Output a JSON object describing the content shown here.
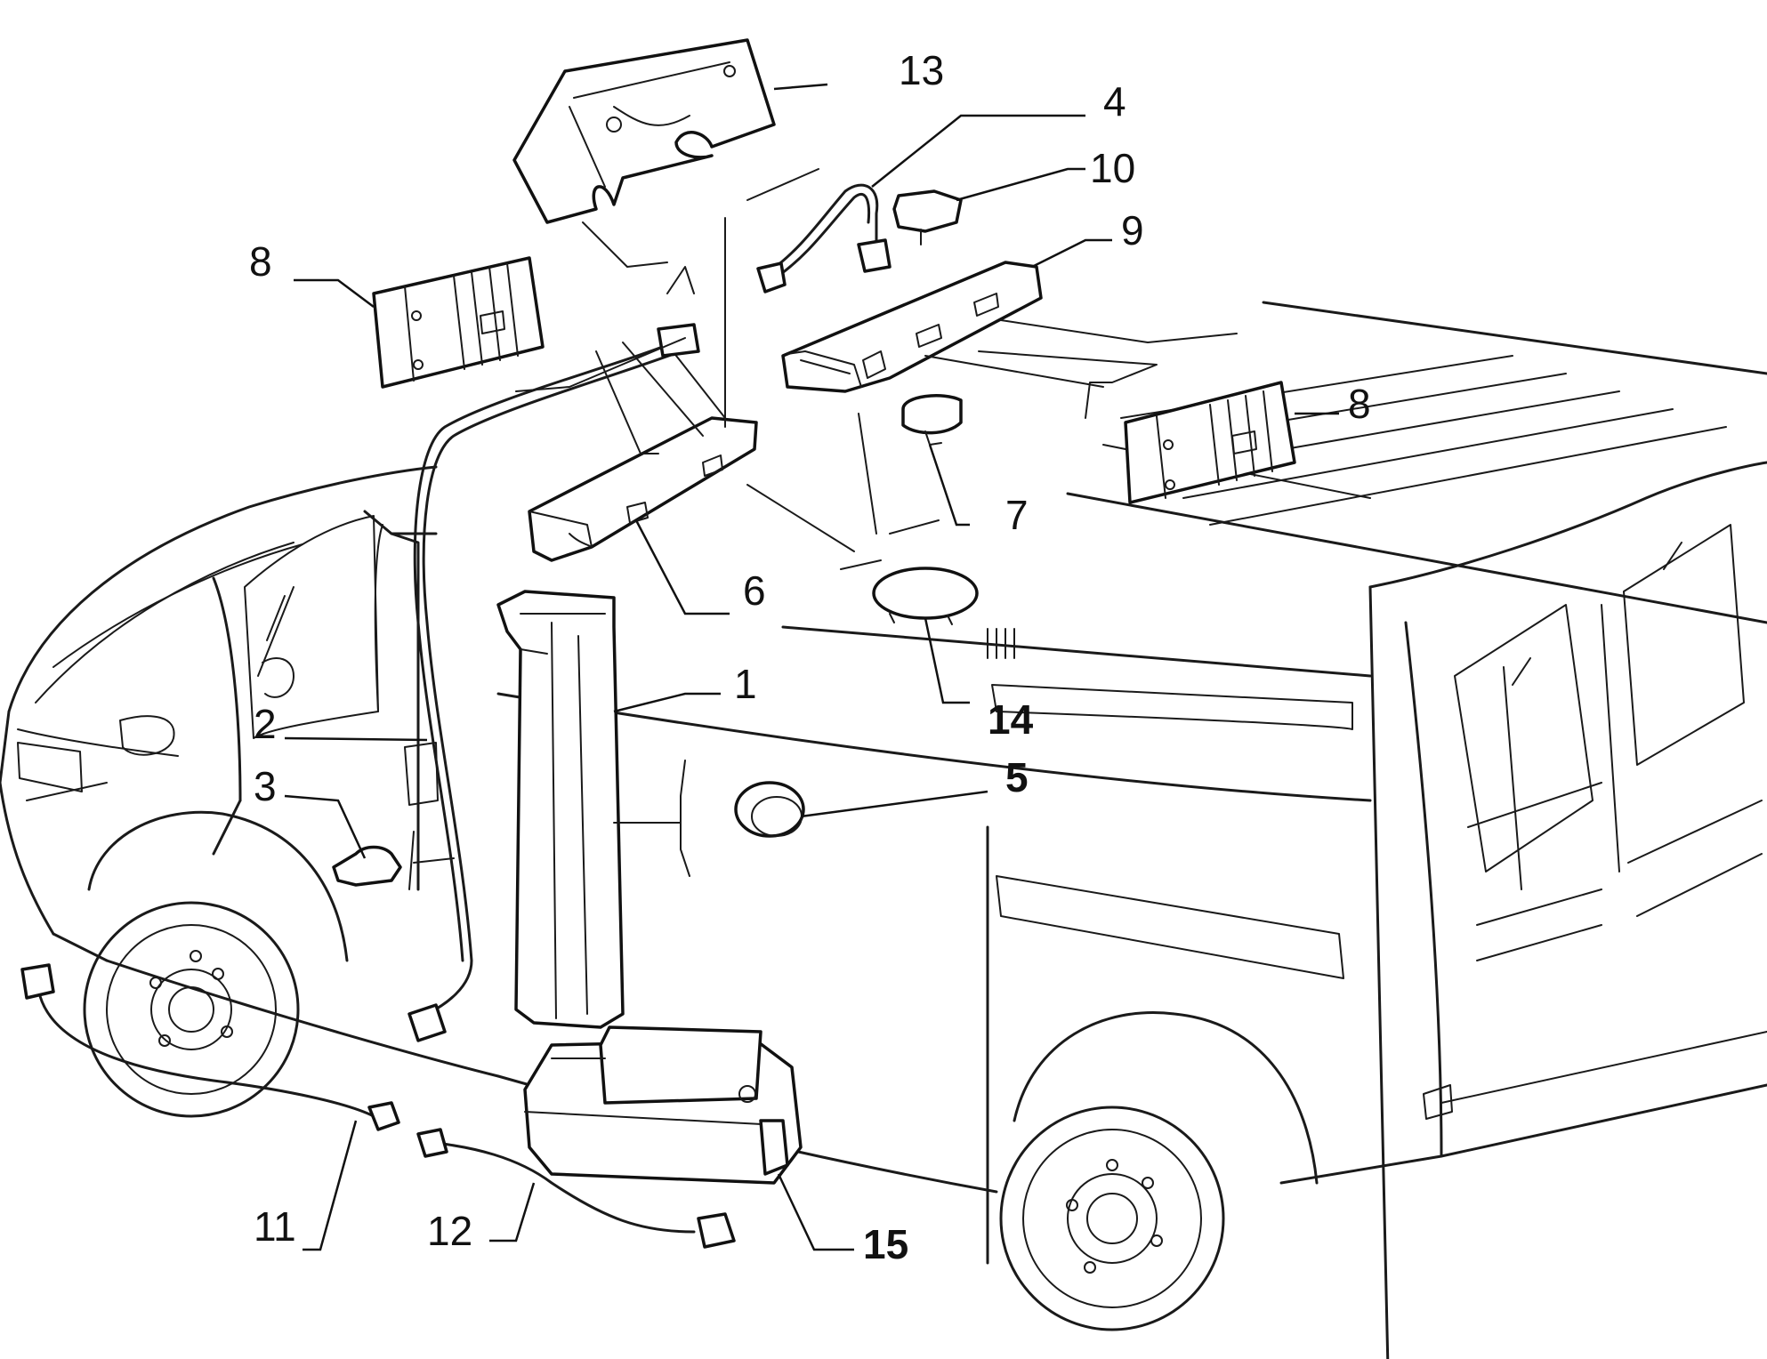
{
  "callouts": [
    {
      "id": "c1",
      "text": "1",
      "bold": false
    },
    {
      "id": "c2",
      "text": "2",
      "bold": false
    },
    {
      "id": "c3",
      "text": "3",
      "bold": false
    },
    {
      "id": "c4",
      "text": "4",
      "bold": false
    },
    {
      "id": "c5",
      "text": "5",
      "bold": true
    },
    {
      "id": "c6",
      "text": "6",
      "bold": false
    },
    {
      "id": "c7",
      "text": "7",
      "bold": false
    },
    {
      "id": "c8a",
      "text": "8",
      "bold": false
    },
    {
      "id": "c8b",
      "text": "8",
      "bold": false
    },
    {
      "id": "c9",
      "text": "9",
      "bold": false
    },
    {
      "id": "c10",
      "text": "10",
      "bold": false
    },
    {
      "id": "c11",
      "text": "11",
      "bold": false
    },
    {
      "id": "c12",
      "text": "12",
      "bold": false
    },
    {
      "id": "c13",
      "text": "13",
      "bold": false
    },
    {
      "id": "c14",
      "text": "14",
      "bold": true
    },
    {
      "id": "c15",
      "text": "15",
      "bold": true
    }
  ]
}
